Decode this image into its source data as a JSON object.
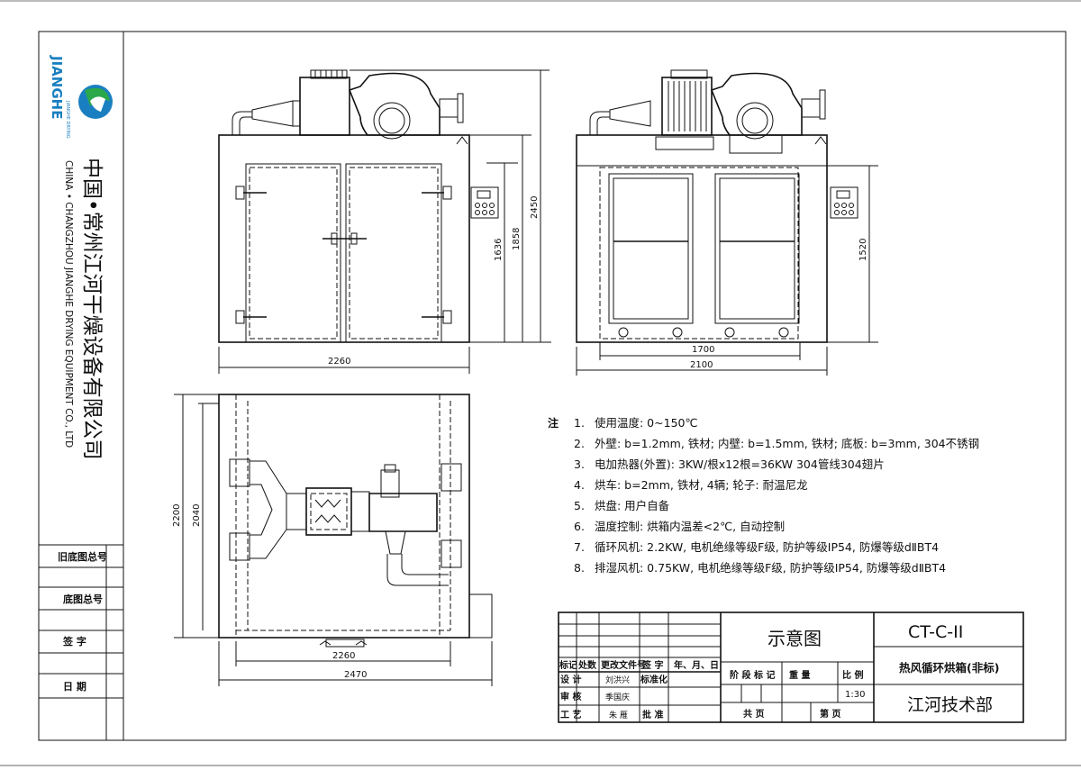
{
  "logo": {
    "brand": "JIANGHE"
  },
  "company": {
    "name_cn": "中国•常州江河干燥设备有限公司",
    "name_en_1": "CHINA • CHANGZHOU JIANGHE DRYING EQUIPMENT CO., LTD",
    "name_en_2": ""
  },
  "side_labels": [
    "旧底图总号",
    "底图总号",
    "签 字",
    "日 期"
  ],
  "dimensions": {
    "front_width": "2260",
    "front_height_1": "1636",
    "front_height_2": "1858",
    "front_height_3": "2450",
    "side_width_inner": "1700",
    "side_width": "2100",
    "side_height": "1520",
    "plan_width_inner": "2260",
    "plan_width": "2470",
    "plan_depth_1": "2200",
    "plan_depth_2": "2040"
  },
  "notes": {
    "prefix": "注",
    "items": [
      {
        "num": "1.",
        "text": "使用温度: 0~150℃"
      },
      {
        "num": "2.",
        "text": "外壁: b=1.2mm, 铁材; 内壁: b=1.5mm, 铁材; 底板: b=3mm, 304不锈钢"
      },
      {
        "num": "3.",
        "text": "电加热器(外置): 3KW/根x12根=36KW      304管线304翅片"
      },
      {
        "num": "4.",
        "text": "烘车: b=2mm, 铁材, 4辆; 轮子: 耐温尼龙"
      },
      {
        "num": "5.",
        "text": "烘盘: 用户自备"
      },
      {
        "num": "6.",
        "text": "温度控制: 烘箱内温差<2℃, 自动控制"
      },
      {
        "num": "7.",
        "text": "循环风机: 2.2KW, 电机绝缘等级F级, 防护等级IP54, 防爆等级dⅡBT4"
      },
      {
        "num": "8.",
        "text": "排湿风机: 0.75KW, 电机绝缘等级F级, 防护等级IP54, 防爆等级dⅡBT4"
      }
    ]
  },
  "title_block": {
    "rev_headers": [
      "标记",
      "处数",
      "更改文件号",
      "签 字",
      "年、月、日"
    ],
    "design_label": "设 计",
    "design_name": "刘洪兴",
    "standard_label": "标准化",
    "review_label": "审 核",
    "review_name": "季国庆",
    "process_label": "工 艺",
    "process_name": "朱 雁",
    "approve_label": "批 准",
    "drawing_title": "示意图",
    "stage_label": "阶 段 标 记",
    "weight_label": "重 量",
    "scale_label": "比 例",
    "scale_value": "1:30",
    "total_label": "共 页",
    "sheet_label": "第 页",
    "drawing_code": "CT-C-II",
    "product_name": "热风循环烘箱(非标)",
    "department": "江河技术部"
  }
}
